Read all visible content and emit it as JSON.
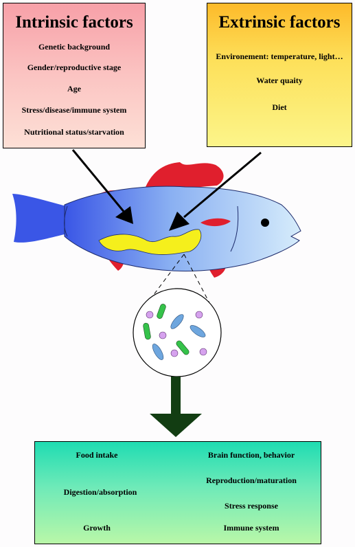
{
  "intrinsic": {
    "title": "Intrinsic factors",
    "items": [
      "Genetic background",
      "Gender/reproductive stage",
      "Age",
      "Stress/disease/immune system",
      "Nutritional status/starvation"
    ]
  },
  "extrinsic": {
    "title": "Extrinsic factors",
    "items": [
      "Environement: temperature, light…",
      "Water quaity",
      "Diet"
    ]
  },
  "outcomes": {
    "left": [
      "Food intake",
      "Digestion/absorption",
      "Growth"
    ],
    "right": [
      "Brain function, behavior",
      "Reproduction/maturation",
      "Stress response",
      "Immune system"
    ]
  },
  "colors": {
    "fish_body": "#7fa6f0",
    "fish_tail": "#3a56e6",
    "fins": "#e01f2d",
    "gut": "#f5ef1c",
    "arrow_down": "#123d12"
  }
}
